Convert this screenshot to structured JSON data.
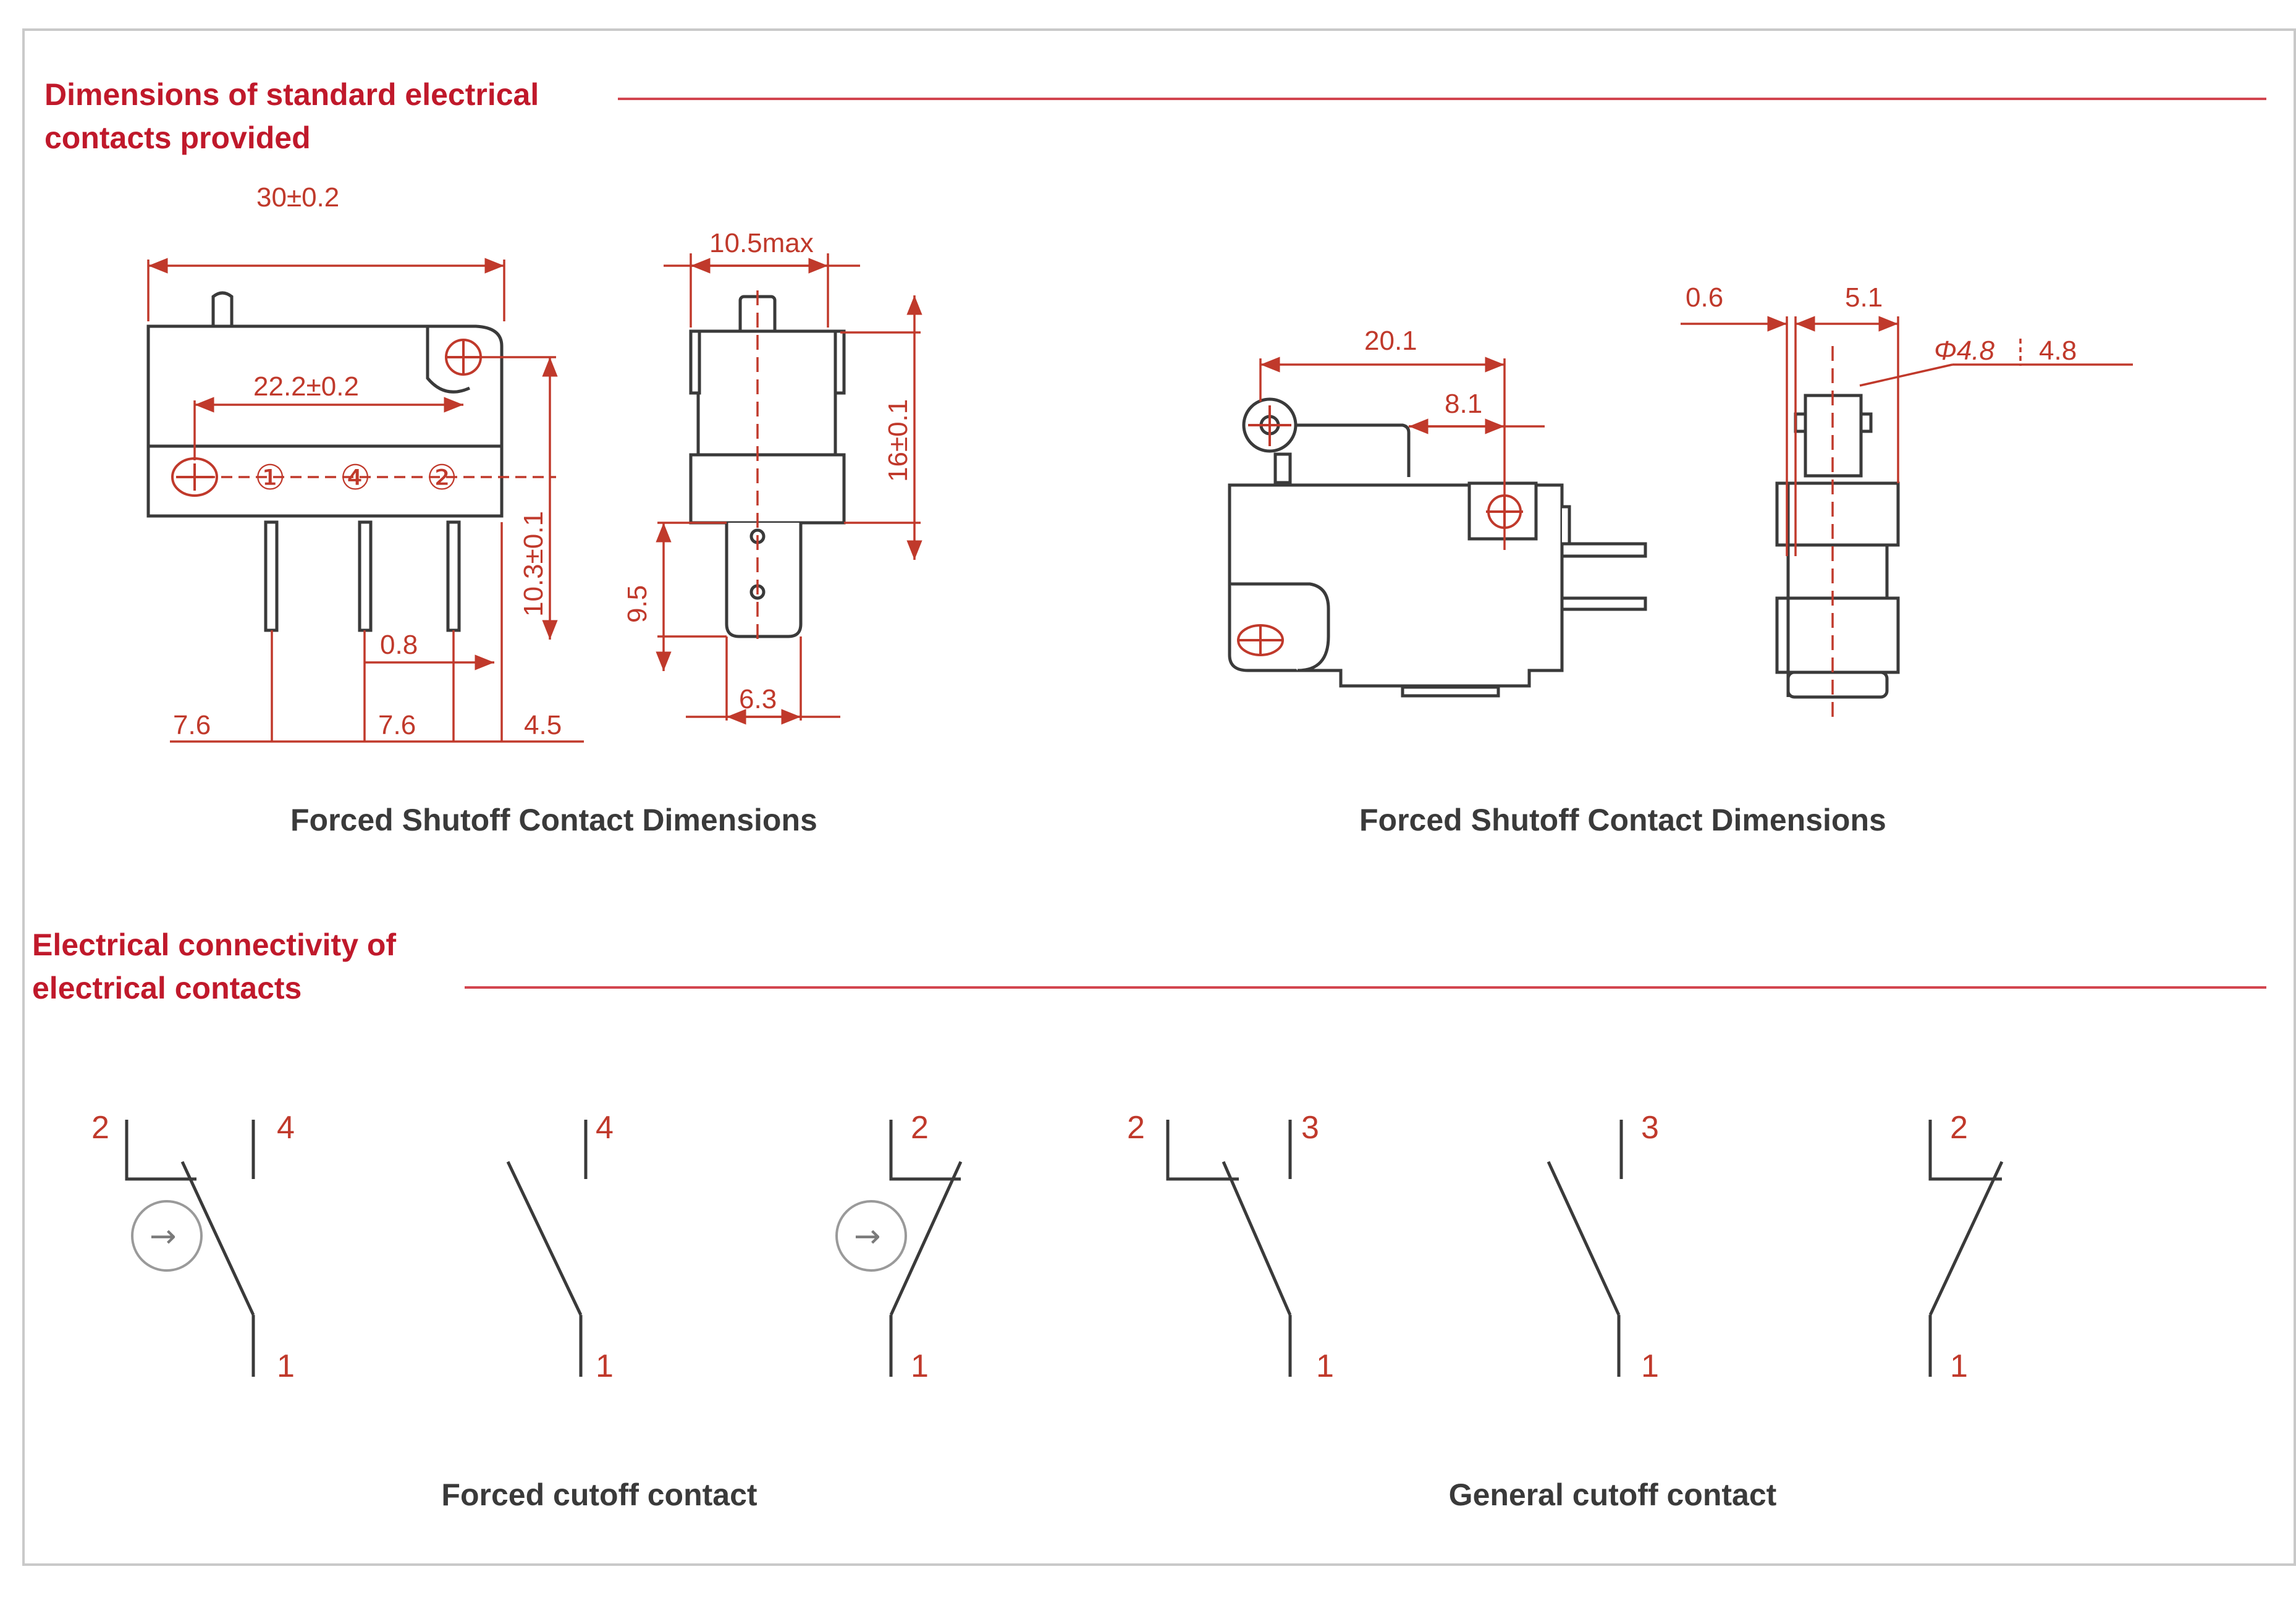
{
  "colors": {
    "accent": "#c0192b",
    "dim_line": "#c0392b",
    "outline": "#3a3a3a"
  },
  "section1": {
    "title_line1": "Dimensions of standard electrical",
    "title_line2": "contacts provided",
    "caption_left": "Forced Shutoff Contact Dimensions",
    "caption_right": "Forced Shutoff Contact Dimensions"
  },
  "dims": {
    "overall_length": "30±0.2",
    "hole_spacing": "22.2±0.2",
    "term1": "①",
    "term4": "④",
    "term2": "②",
    "height_terminal": "10.3±0.1",
    "gap": "0.8",
    "pitch_left": "7.6",
    "pitch_mid": "7.6",
    "edge": "4.5",
    "width_max": "10.5max",
    "side_height": "16±0.1",
    "terminal_len": "9.5",
    "terminal_w": "6.3",
    "lever_len": "20.1",
    "lever_offset": "8.1",
    "roller_offset": "0.6",
    "roller_pos": "5.1",
    "roller_dia": "Φ4.8",
    "roller_w": "4.8"
  },
  "section2": {
    "title_line1": "Electrical connectivity of",
    "title_line2": "electrical contacts",
    "caption_left": "Forced cutoff contact",
    "caption_right": "General cutoff contact"
  },
  "contacts": [
    {
      "top_left": "2",
      "top_right": "4",
      "bottom": "1",
      "arrow": "→"
    },
    {
      "top_right": "4",
      "bottom": "1"
    },
    {
      "top_right": "2",
      "bottom": "1",
      "arrow": "→"
    },
    {
      "top_left": "2",
      "top_right": "3",
      "bottom": "1"
    },
    {
      "top_right": "3",
      "bottom": "1"
    },
    {
      "top_right": "2",
      "bottom": "1"
    }
  ]
}
